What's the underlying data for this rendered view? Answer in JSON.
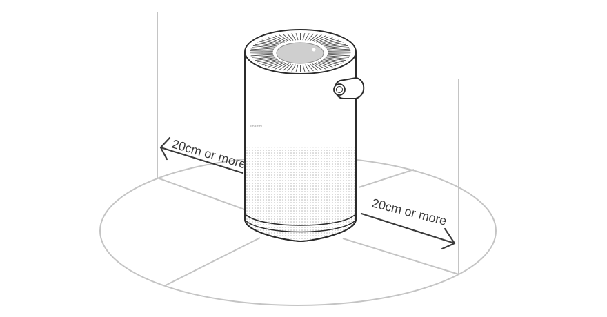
{
  "diagram": {
    "left_clearance_label": "20cm or more",
    "right_clearance_label": "20cm or more",
    "device_brand": "smartmi"
  },
  "colors": {
    "guide_line": "#bdbdbd",
    "device_outline": "#2b2b2b",
    "arrow": "#3a3a3a",
    "mesh": "#b8b8b8"
  }
}
